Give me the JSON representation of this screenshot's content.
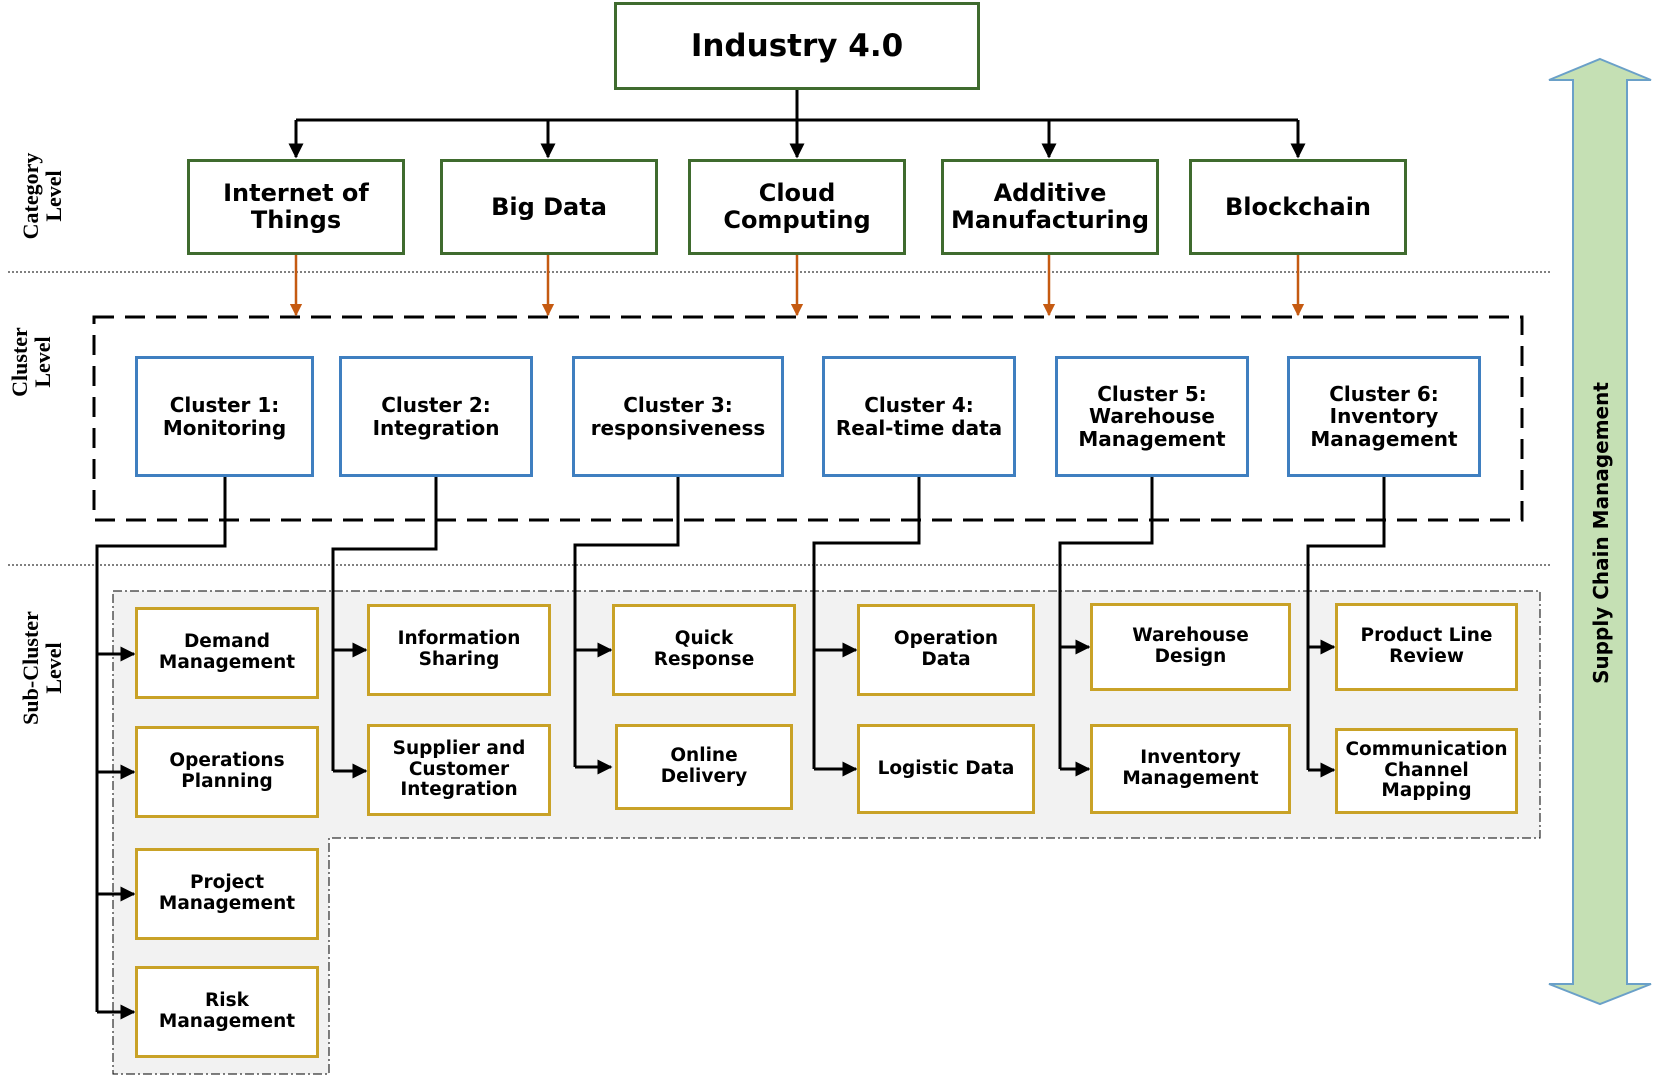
{
  "root": {
    "label": "Industry 4.0"
  },
  "levels": {
    "category": "Category\nLevel",
    "cluster": "Cluster\nLevel",
    "subcluster": "Sub-Cluster\nLevel"
  },
  "side_label": "Supply Chain Management",
  "colors": {
    "category_border": "#3f6b2e",
    "cluster_border": "#3f7fc0",
    "subcluster_border": "#c9a227",
    "arrow_orange": "#c55a11",
    "side_arrow_fill": "#c5e0b4",
    "side_arrow_stroke": "#6aa0c8",
    "subcluster_bg": "#f2f2f2"
  },
  "categories": [
    {
      "label": "Internet of\nThings"
    },
    {
      "label": "Big Data"
    },
    {
      "label": "Cloud\nComputing"
    },
    {
      "label": "Additive\nManufacturing"
    },
    {
      "label": "Blockchain"
    }
  ],
  "clusters": [
    {
      "label": "Cluster 1:\nMonitoring",
      "subclusters": [
        {
          "label": "Demand\nManagement"
        },
        {
          "label": "Operations\nPlanning"
        },
        {
          "label": "Project\nManagement"
        },
        {
          "label": "Risk\nManagement"
        }
      ]
    },
    {
      "label": "Cluster 2:\nIntegration",
      "subclusters": [
        {
          "label": "Information\nSharing"
        },
        {
          "label": "Supplier and\nCustomer\nIntegration"
        }
      ]
    },
    {
      "label": "Cluster 3:\nresponsiveness",
      "subclusters": [
        {
          "label": "Quick\nResponse"
        },
        {
          "label": "Online\nDelivery"
        }
      ]
    },
    {
      "label": "Cluster 4:\nReal-time data",
      "subclusters": [
        {
          "label": "Operation\nData"
        },
        {
          "label": "Logistic Data"
        }
      ]
    },
    {
      "label": "Cluster 5:\nWarehouse\nManagement",
      "subclusters": [
        {
          "label": "Warehouse\nDesign"
        },
        {
          "label": "Inventory\nManagement"
        }
      ]
    },
    {
      "label": "Cluster 6:\nInventory\nManagement",
      "subclusters": [
        {
          "label": "Product Line\nReview"
        },
        {
          "label": "Communication\nChannel\nMapping"
        }
      ]
    }
  ]
}
